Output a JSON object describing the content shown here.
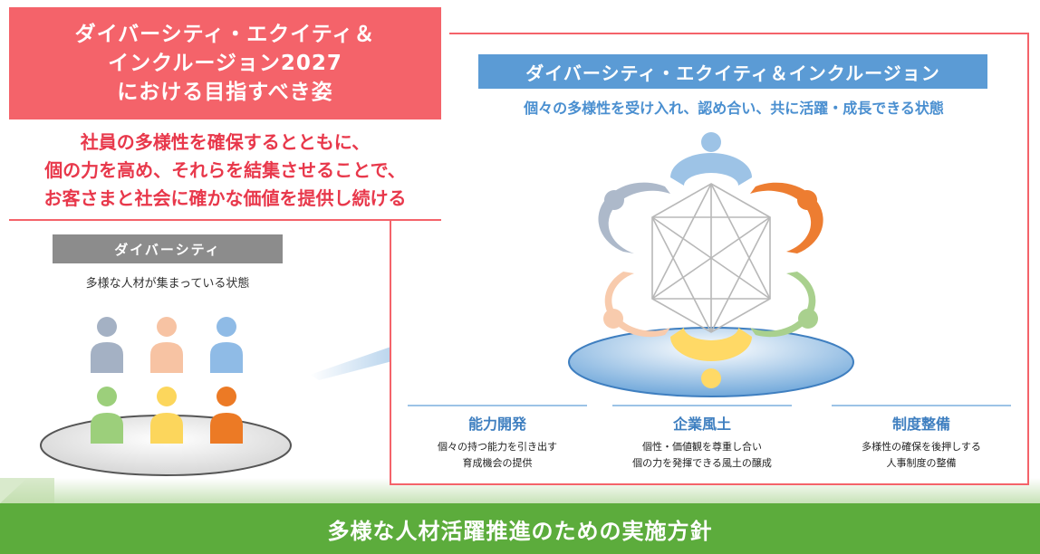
{
  "title": {
    "lines": [
      "ダイバーシティ・エクイティ＆",
      "インクルージョン2027",
      "における目指すべき姿"
    ]
  },
  "mission": {
    "lines": [
      "社員の多様性を確保するとともに、",
      "個の力を高め、それらを結集させることで、",
      "お客さまと社会に確かな価値を提供し続ける"
    ]
  },
  "diversity": {
    "title": "ダイバーシティ",
    "subtitle": "多様な人材が集まっている状態"
  },
  "dei": {
    "title": "ダイバーシティ・エクイティ＆インクルージョン",
    "subtitle": "個々の多様性を受け入れ、認め合い、共に活躍・成長できる状態"
  },
  "pillars": [
    {
      "title": "能力開発",
      "desc": [
        "個々の持つ能力を引き出す",
        "育成機会の提供"
      ]
    },
    {
      "title": "企業風土",
      "desc": [
        "個性・価値観を尊重し合い",
        "個の力を発揮できる風土の醸成"
      ]
    },
    {
      "title": "制度整備",
      "desc": [
        "多様性の確保を後押しする",
        "人事制度の整備"
      ]
    }
  ],
  "footer": {
    "label": "多様な人材活躍推進のための実施方針"
  },
  "colors": {
    "red": "#f4636a",
    "blue": "#5b9bd5",
    "green": "#5cac3c",
    "person_colors": [
      "#a4b1c4",
      "#f7c3a3",
      "#8fbbe6",
      "#9ccf7b",
      "#fcd65c",
      "#ec7a25"
    ]
  }
}
